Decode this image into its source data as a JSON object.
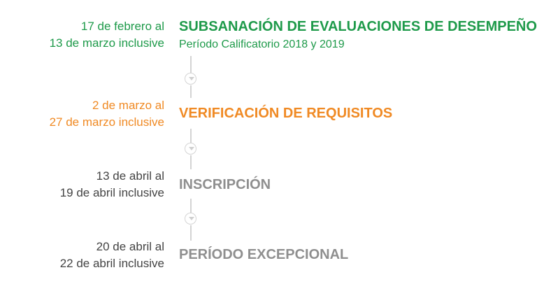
{
  "colors": {
    "green": "#1e9a4a",
    "orange": "#f08a24",
    "gray_text": "#444444",
    "gray_title": "#8f8f8f",
    "connector": "#d4d4d4"
  },
  "steps": [
    {
      "date_line1": "17 de febrero al",
      "date_line2": "13 de marzo inclusive",
      "title": "SUBSANACIÓN DE EVALUACIONES DE DESEMPEÑO",
      "subtitle": "Período Calificatorio 2018 y 2019"
    },
    {
      "date_line1": "2 de marzo al",
      "date_line2": "27 de marzo inclusive",
      "title": "VERIFICACIÓN DE REQUISITOS",
      "subtitle": ""
    },
    {
      "date_line1": "13 de abril al",
      "date_line2": "19 de abril inclusive",
      "title": "INSCRIPCIÓN",
      "subtitle": ""
    },
    {
      "date_line1": "20 de abril al",
      "date_line2": "22 de abril inclusive",
      "title": "PERÍODO EXCEPCIONAL",
      "subtitle": ""
    }
  ],
  "connector_icon": "chevron-down-circle-icon"
}
